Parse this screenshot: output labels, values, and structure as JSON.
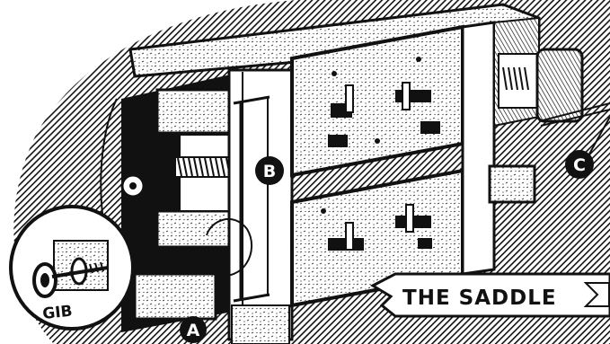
{
  "title_banner": "THE SADDLE",
  "callouts": {
    "a": "A",
    "b": "B",
    "c": "C"
  },
  "inset_label": "GIB",
  "colors": {
    "ink": "#111111",
    "paper": "#ffffff",
    "hatch": "#2a2a2a"
  }
}
